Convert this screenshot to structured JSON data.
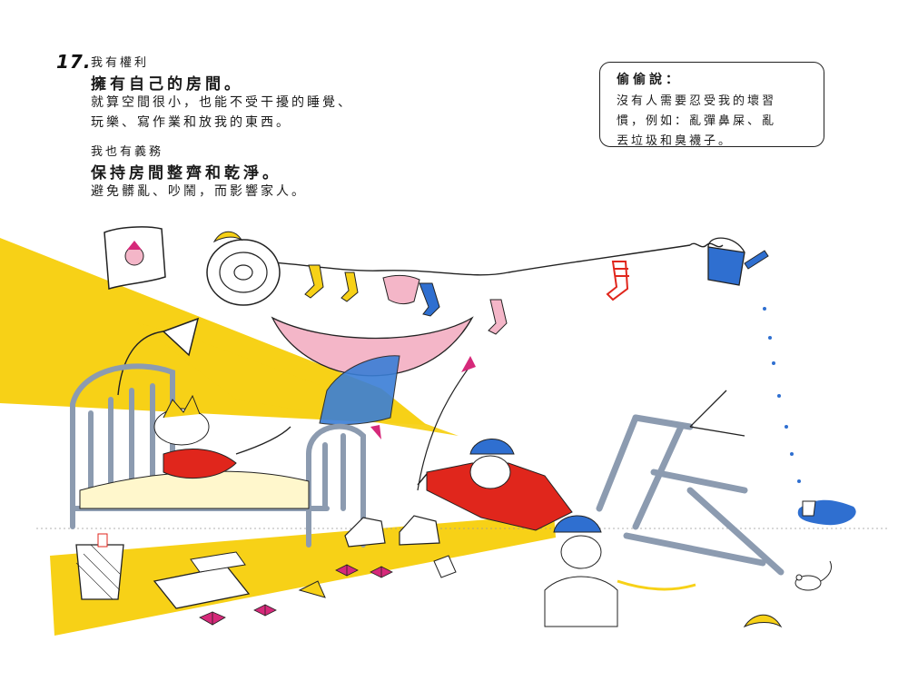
{
  "page": {
    "item_number": "17.",
    "rights_intro": "我有權利",
    "rights_heading": "擁有自己的房間。",
    "rights_detail_1": "就算空間很小，也能不受干擾的睡覺、",
    "rights_detail_2": "玩樂、寫作業和放我的東西。",
    "duty_intro": "我也有義務",
    "duty_heading": "保持房間整齊和乾淨。",
    "duty_detail": "避免髒亂、吵鬧，而影響家人。"
  },
  "note": {
    "title": "偷偷說：",
    "lines": [
      "沒有人需要忍受我的壞習",
      "慣，例如：亂彈鼻屎、亂",
      "丟垃圾和臭襪子。"
    ]
  },
  "colors": {
    "spotlight_yellow": "#f7d117",
    "bed_blue_gray": "#8c9bb0",
    "helmet_blue": "#2f6fd0",
    "sweater_red": "#e0261c",
    "pink": "#f4b6c8",
    "magenta": "#d6297a",
    "ink": "#222222"
  },
  "illustration": {
    "description_icons": [
      "bed-icon",
      "clothesline-icon",
      "hammock-icon",
      "watering-can-icon",
      "chair-icon",
      "explorer-icon",
      "sneakers-icon",
      "pizza-box-icon",
      "banana-peel-icon",
      "mouse-icon",
      "trash-bin-icon"
    ]
  }
}
